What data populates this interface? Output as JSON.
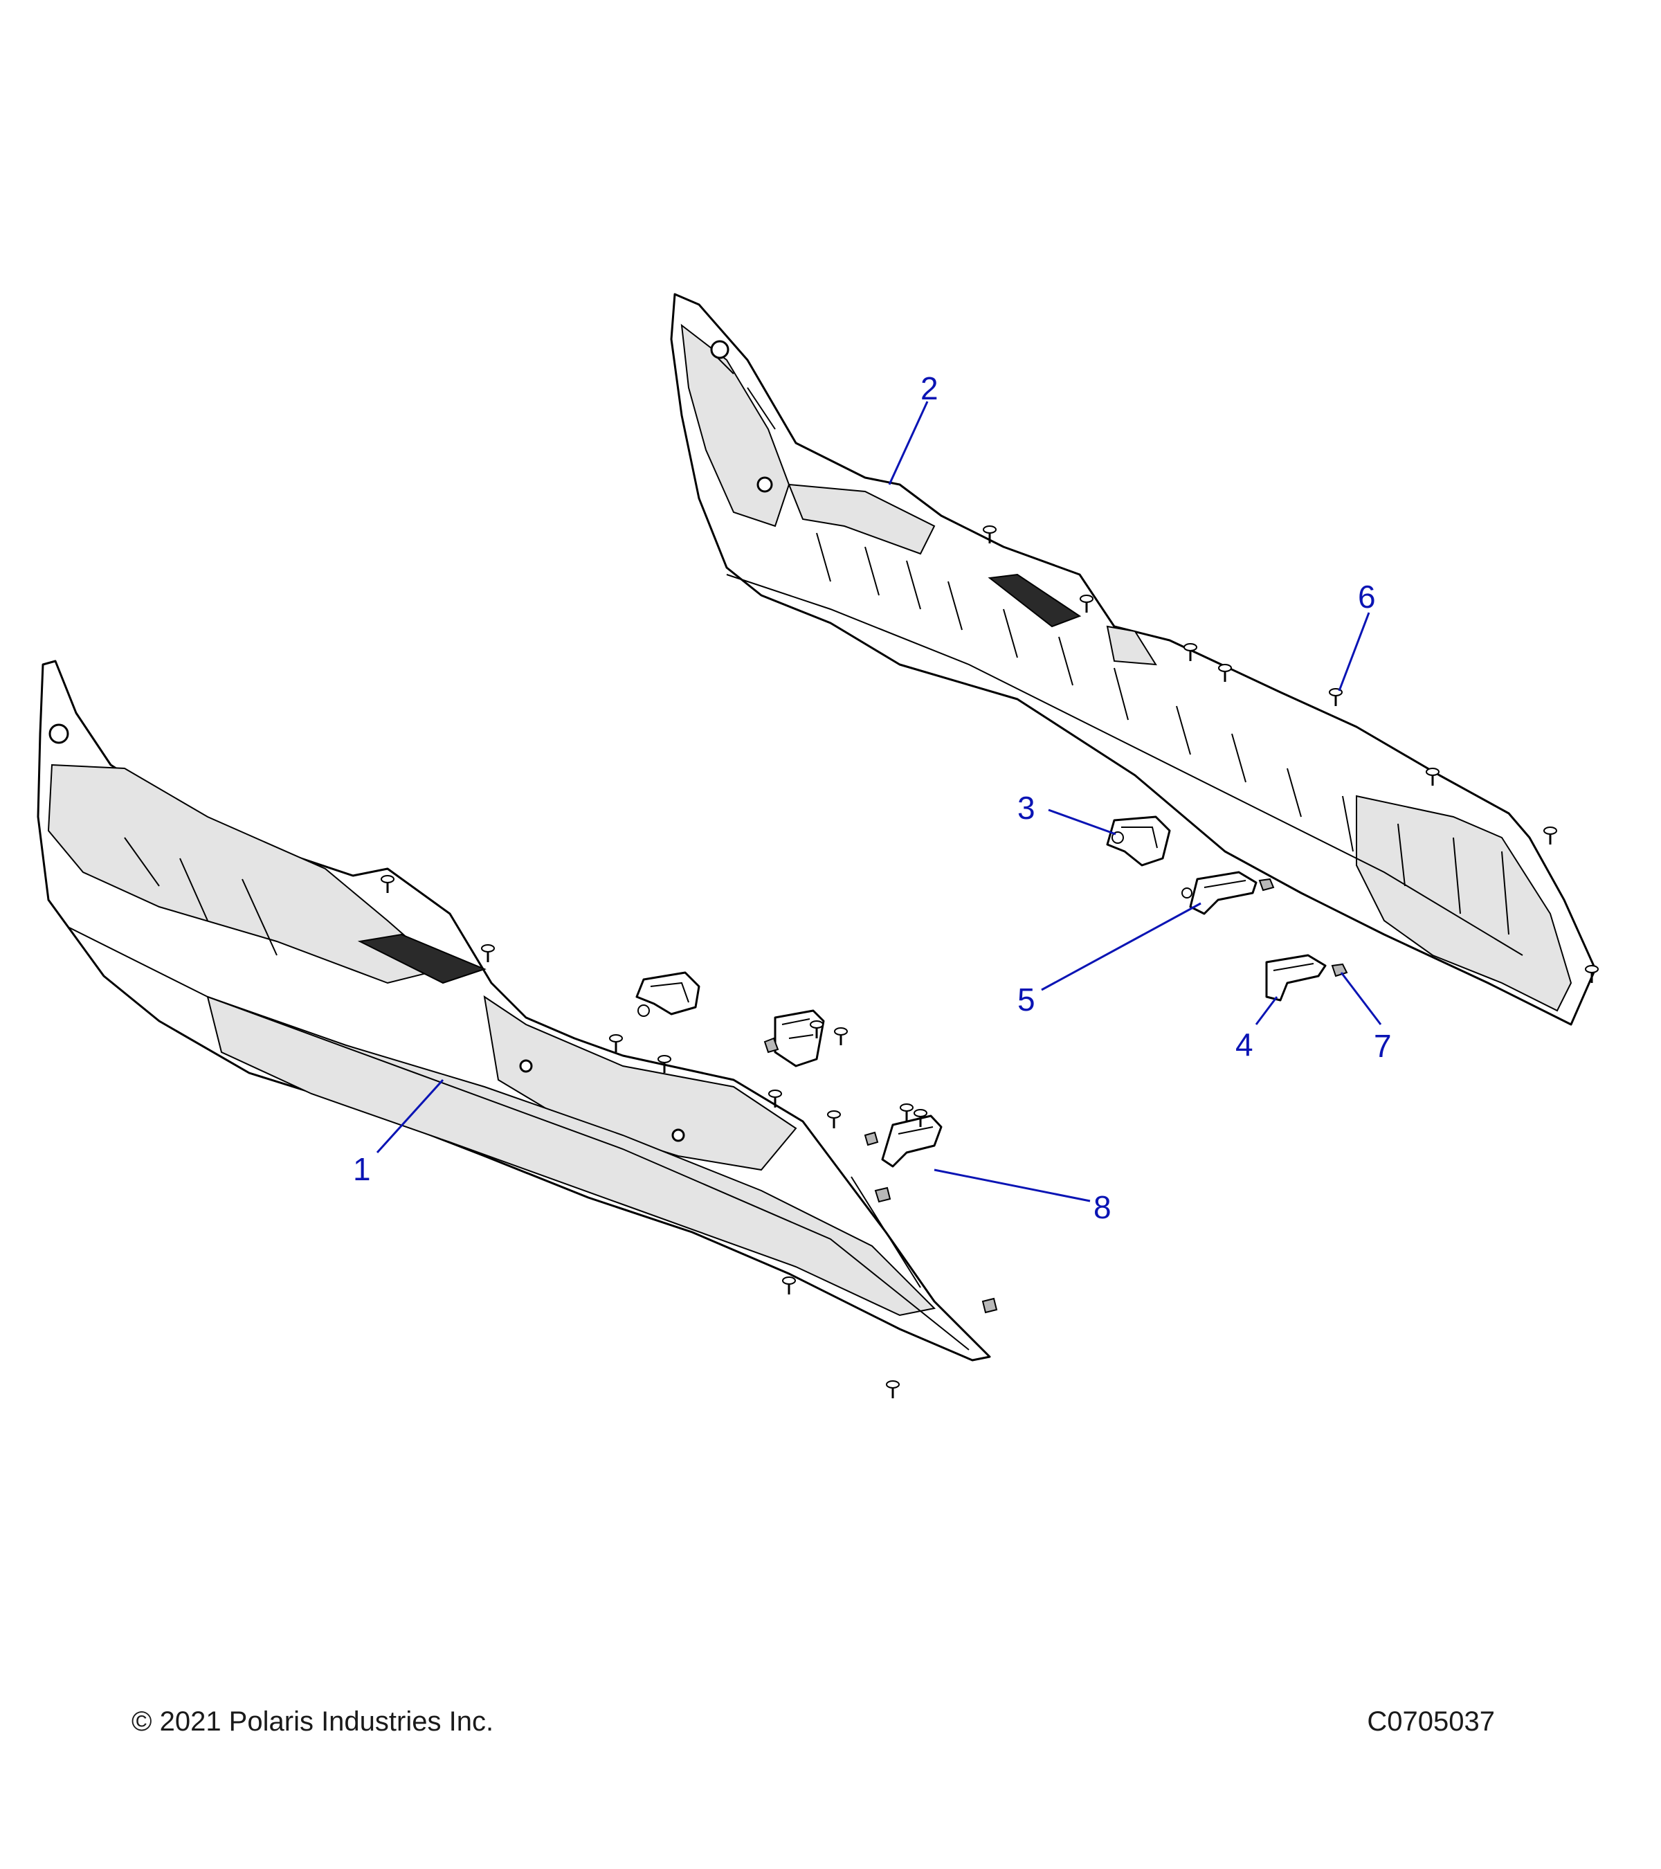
{
  "diagram": {
    "callouts": [
      {
        "id": "1",
        "label": "1"
      },
      {
        "id": "2",
        "label": "2"
      },
      {
        "id": "3",
        "label": "3"
      },
      {
        "id": "4",
        "label": "4"
      },
      {
        "id": "5",
        "label": "5"
      },
      {
        "id": "6",
        "label": "6"
      },
      {
        "id": "7",
        "label": "7"
      },
      {
        "id": "8",
        "label": "8"
      }
    ]
  },
  "footer": {
    "copyright": "© 2021 Polaris Industries Inc.",
    "figure_code": "C0705037"
  },
  "colors": {
    "callout": "#0a14b4",
    "outline": "#000000",
    "shade": "#e4e4e4"
  }
}
